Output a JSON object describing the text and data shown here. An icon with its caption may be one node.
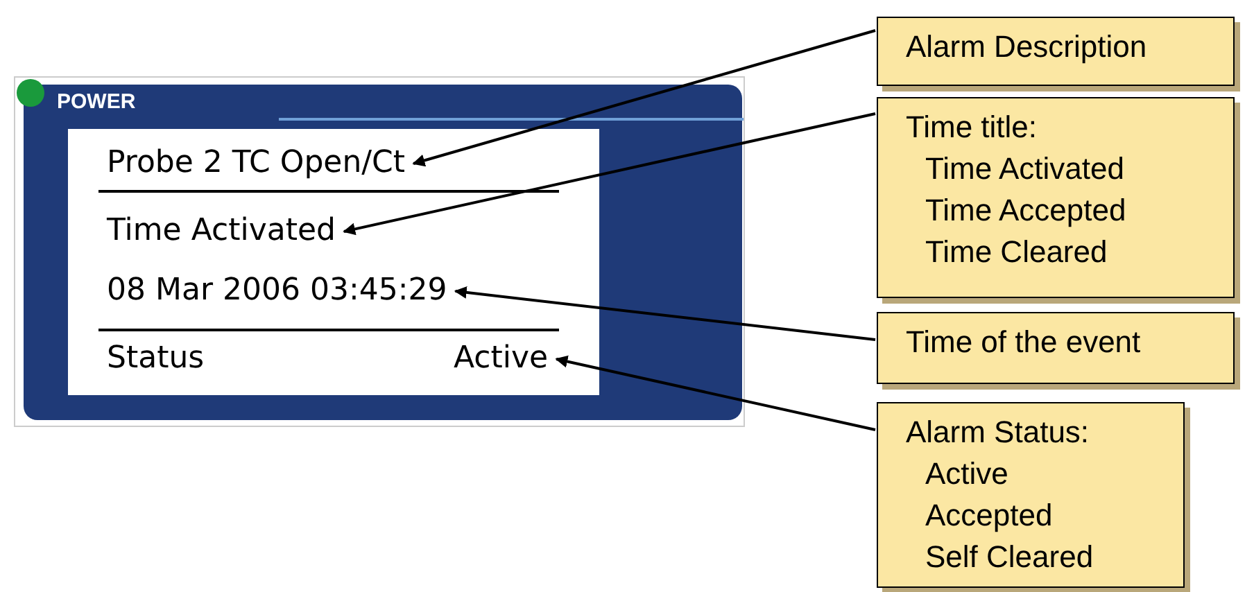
{
  "diagram": {
    "nodes": [
      {
        "text": [
          "POWER"
        ]
      },
      {
        "text": [],
        "shape": "box",
        "in": 0
      },
      {
        "text": [
          "Probe 2 TC Open/Ct"
        ],
        "in": 1
      },
      {
        "text": [
          "Time Activated"
        ],
        "in": 1
      },
      {
        "text": [
          "08 Mar 2006 03:45:29"
        ],
        "in": 1
      },
      {
        "text": [
          "Status"
        ],
        "in": 1
      },
      {
        "text": [
          "Active"
        ],
        "in": 1
      },
      {
        "text": [
          "Alarm Description"
        ]
      },
      {
        "text": [
          "Time title:",
          "Time Activated",
          "Time Accepted",
          "Time Cleared"
        ]
      },
      {
        "text": [
          "Time of the event"
        ]
      },
      {
        "text": [
          "Alarm Status:",
          "Active",
          "Accepted",
          "Self Cleared"
        ]
      }
    ],
    "edges": [
      {
        "from": 7,
        "to": 2,
        "arrow": "to"
      },
      {
        "from": 8,
        "to": 3,
        "arrow": "to"
      },
      {
        "from": 9,
        "to": 4,
        "arrow": "to"
      },
      {
        "from": 10,
        "to": 6,
        "arrow": "to"
      }
    ]
  }
}
